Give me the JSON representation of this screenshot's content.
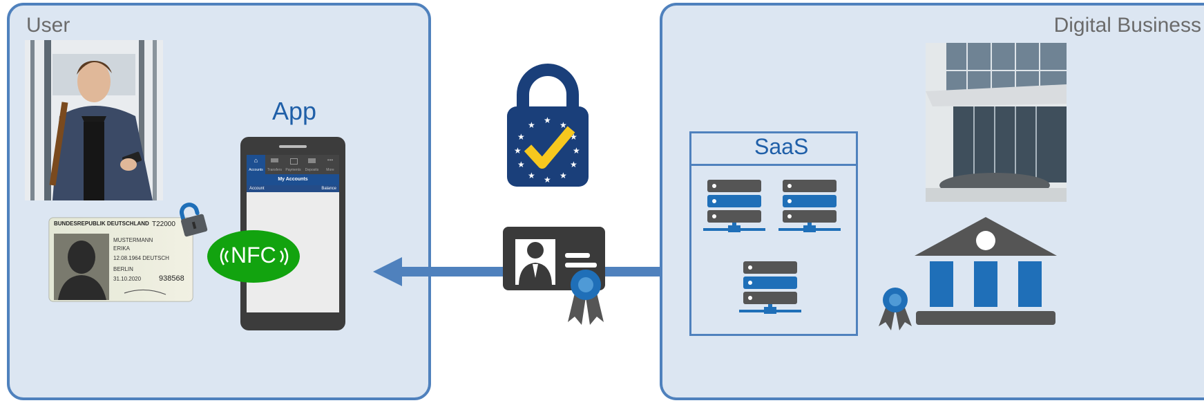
{
  "user_panel": {
    "title": "User"
  },
  "business_panel": {
    "title": "Digital Business"
  },
  "app": {
    "label": "App"
  },
  "phone": {
    "tabs": [
      "Accounts",
      "Transfers",
      "Payments",
      "Deposits",
      "More"
    ],
    "header": "My Accounts",
    "col_left": "Account",
    "col_right": "Balance"
  },
  "nfc": {
    "label": "NFC"
  },
  "saas": {
    "label": "SaaS"
  },
  "id_card": {
    "header": "BUNDESREPUBLIK DEUTSCHLAND",
    "number": "T22000",
    "name1": "MUSTERMANN",
    "name2": "ERIKA",
    "dob": "12.08.1964 DEUTSCH",
    "city": "BERLIN",
    "expiry": "31.10.2020",
    "code": "938568"
  },
  "colors": {
    "panel_bg": "#dce6f2",
    "panel_border": "#4f81bd",
    "accent_blue": "#1f5fa8",
    "nfc_green": "#12a30f",
    "eu_gold": "#f7c81e"
  }
}
